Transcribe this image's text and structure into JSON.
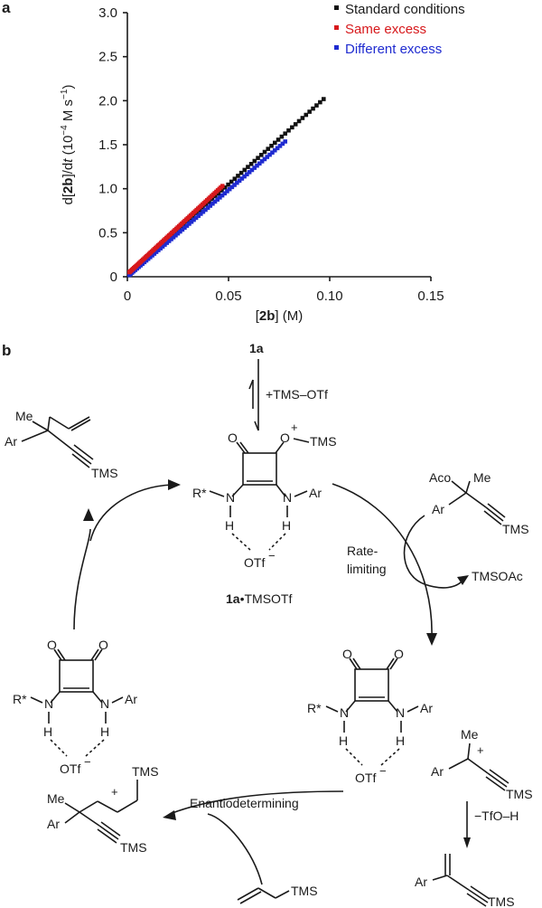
{
  "panel_a": {
    "label": "a"
  },
  "panel_b": {
    "label": "b"
  },
  "chart_data": {
    "type": "scatter",
    "xlabel_prefix": "[",
    "xlabel_bold": "2b",
    "xlabel_suffix": "] (M)",
    "ylabel_d": "d[",
    "ylabel_bold": "2b",
    "ylabel_mid": "]/d",
    "ylabel_t": "t",
    "ylabel_units_open": " (10",
    "ylabel_exp": "−4",
    "ylabel_units_mid": " M s",
    "ylabel_exp2": "−1",
    "ylabel_units_close": ")",
    "xlim": [
      0,
      0.15
    ],
    "ylim": [
      0,
      3.0
    ],
    "x_ticks": [
      0,
      0.05,
      0.1,
      0.15
    ],
    "x_tick_labels": [
      "0",
      "0.05",
      "0.10",
      "0.15"
    ],
    "y_ticks": [
      0,
      0.5,
      1.0,
      1.5,
      2.0,
      2.5,
      3.0
    ],
    "y_tick_labels": [
      "0",
      "0.5",
      "1.0",
      "1.5",
      "2.0",
      "2.5",
      "3.0"
    ],
    "legend_position": "top-right",
    "series": [
      {
        "name": "Standard conditions",
        "color": "#111111",
        "x_start": 0.001,
        "x_end": 0.097,
        "count": 64,
        "slope": 20.6,
        "offset": 0.02
      },
      {
        "name": "Same excess",
        "color": "#d7191c",
        "x_start": 0.001,
        "x_end": 0.047,
        "count": 70,
        "slope": 21.3,
        "offset": 0.03
      },
      {
        "name": "Different excess",
        "color": "#1f2bd0",
        "x_start": 0.001,
        "x_end": 0.078,
        "count": 70,
        "slope": 19.7,
        "offset": 0.0
      }
    ]
  },
  "scheme": {
    "reagent_1a": "1a",
    "reagent_tmsotf": "+TMS–OTf",
    "o_plus": "O",
    "plus": "+",
    "tms": "TMS",
    "o": "O",
    "n": "N",
    "h": "H",
    "rstar": "R*",
    "ar": "Ar",
    "me": "Me",
    "aco": "Aco",
    "otf_minus": "OTf",
    "minus": "−",
    "complex_bold": "1a",
    "complex_rest": "•TMSOTf",
    "rate_limiting_1": "Rate-",
    "rate_limiting_2": "limiting",
    "tmsoac": "TMSOAc",
    "enantio": "Enantiodetermining",
    "tfoh": "−TfO–H"
  }
}
